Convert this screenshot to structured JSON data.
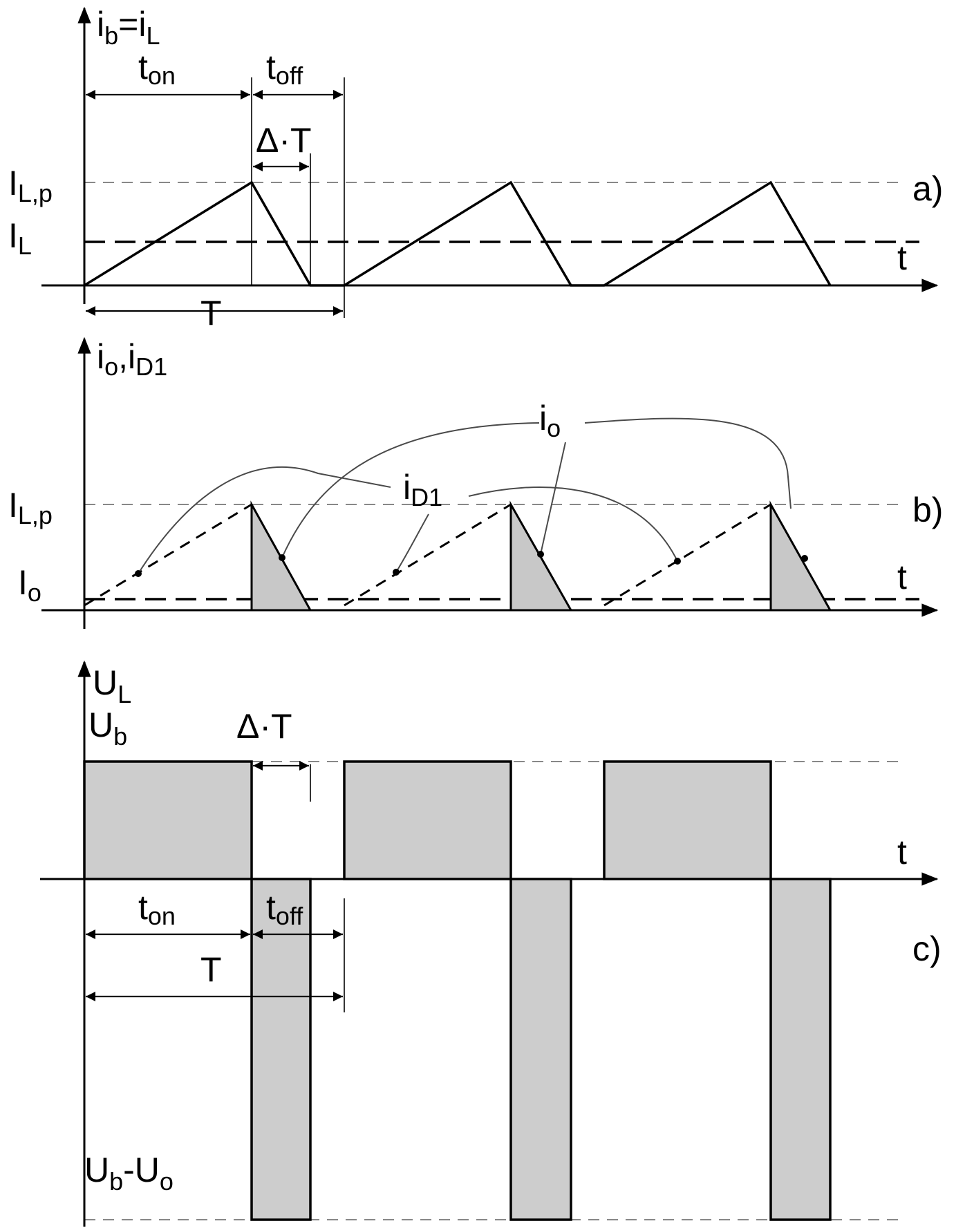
{
  "panels": {
    "a": {
      "tag": "a)",
      "y_axis": {
        "main": "i",
        "sub": "b",
        "eq": "=i",
        "sub2": "L"
      },
      "t_axis": "t",
      "levels": {
        "peak": {
          "main": "I",
          "sub": "L,p"
        },
        "avg": {
          "main": "I",
          "sub": "L"
        }
      },
      "dims": {
        "ton": {
          "main": "t",
          "sub": "on"
        },
        "toff": {
          "main": "t",
          "sub": "off"
        },
        "delta": "Δ·T",
        "period": "T"
      }
    },
    "b": {
      "tag": "b)",
      "y_axis": {
        "main": "i",
        "sub": "o",
        "sep": ",i",
        "sub2": "D1"
      },
      "t_axis": "t",
      "levels": {
        "peak": {
          "main": "I",
          "sub": "L,p"
        },
        "avg": {
          "main": "I",
          "sub": "o"
        }
      },
      "callouts": {
        "io": {
          "main": "i",
          "sub": "o"
        },
        "id1": {
          "main": "i",
          "sub": "D1"
        }
      }
    },
    "c": {
      "tag": "c)",
      "y_axis": {
        "main": "U",
        "sub": "L"
      },
      "t_axis": "t",
      "levels": {
        "high": {
          "main": "U",
          "sub": "b"
        },
        "low": {
          "main": "U",
          "sub": "b",
          "mid": "-U",
          "sub2": "o"
        }
      },
      "dims": {
        "ton": {
          "main": "t",
          "sub": "on"
        },
        "toff": {
          "main": "t",
          "sub": "off"
        },
        "delta": "Δ·T",
        "period": "T"
      }
    }
  }
}
